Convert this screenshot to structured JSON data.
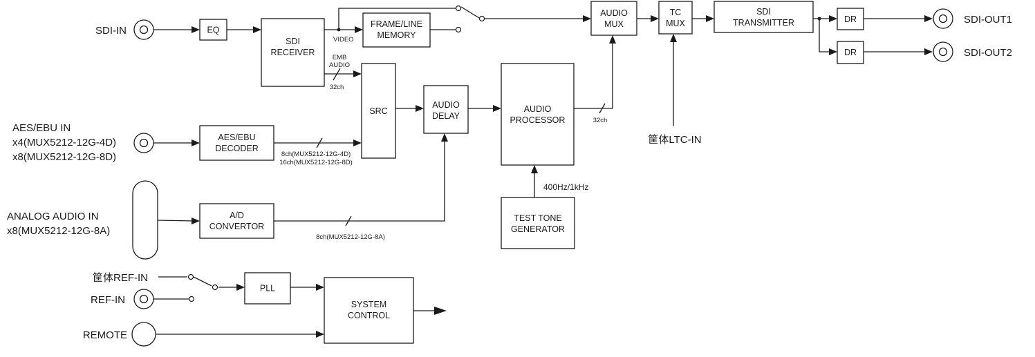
{
  "blocks": {
    "eq": "EQ",
    "sdi_receiver": [
      "SDI",
      "RECEIVER"
    ],
    "frame_line_memory": [
      "FRAME/LINE",
      "MEMORY"
    ],
    "audio_mux": [
      "AUDIO",
      "MUX"
    ],
    "tc_mux": [
      "TC",
      "MUX"
    ],
    "sdi_transmitter": [
      "SDI",
      "TRANSMITTER"
    ],
    "dr": "DR",
    "src": "SRC",
    "audio_delay": [
      "AUDIO",
      "DELAY"
    ],
    "audio_processor": [
      "AUDIO",
      "PROCESSOR"
    ],
    "aes_ebu_decoder": [
      "AES/EBU",
      "DECODER"
    ],
    "ad_convertor": [
      "A/D",
      "CONVERTOR"
    ],
    "test_tone_generator": [
      "TEST TONE",
      "GENERATOR"
    ],
    "pll": "PLL",
    "system_control": [
      "SYSTEM",
      "CONTROL"
    ]
  },
  "ports": {
    "sdi_in": "SDI-IN",
    "aes_ebu_in": [
      "AES/EBU IN",
      "x4(MUX5212-12G-4D)",
      "x8(MUX5212-12G-8D)"
    ],
    "analog_audio_in": [
      "ANALOG AUDIO IN",
      "x8(MUX5212-12G-8A)"
    ],
    "chassis_ref_in": "筐体REF-IN",
    "ref_in": "REF-IN",
    "remote": "REMOTE",
    "chassis_ltc_in": "筐体LTC-IN",
    "sdi_out1": "SDI-OUT1",
    "sdi_out2": "SDI-OUT2"
  },
  "signal_labels": {
    "video": "VIDEO",
    "emb_audio": [
      "EMB",
      "AUDIO"
    ],
    "ch32_receiver": "32ch",
    "aes_channels": [
      "8ch(MUX5212-12G-4D)",
      "16ch(MUX5212-12G-8D)"
    ],
    "analog_channels": "8ch(MUX5212-12G-8A)",
    "ch32_processor": "32ch",
    "tone_freq": "400Hz/1kHz"
  }
}
